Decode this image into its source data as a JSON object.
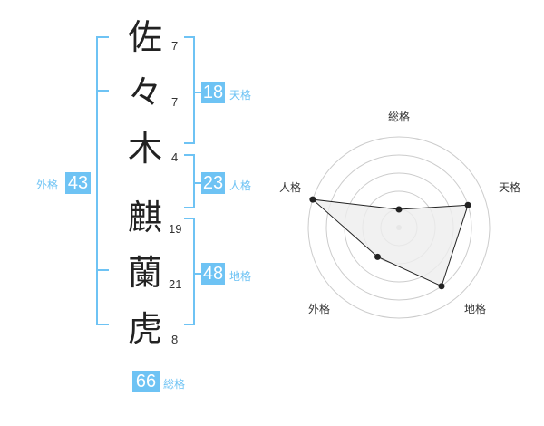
{
  "name_chars": [
    {
      "char": "佐",
      "strokes": "7"
    },
    {
      "char": "々",
      "strokes": "7"
    },
    {
      "char": "木",
      "strokes": "4"
    },
    {
      "char": "麒",
      "strokes": "19"
    },
    {
      "char": "蘭",
      "strokes": "21"
    },
    {
      "char": "虎",
      "strokes": "8"
    }
  ],
  "kaku": {
    "tenkaku": {
      "value": "18",
      "label": "天格"
    },
    "jinkaku": {
      "value": "23",
      "label": "人格"
    },
    "chikaku": {
      "value": "48",
      "label": "地格"
    },
    "gaikaku": {
      "value": "43",
      "label": "外格"
    },
    "soukaku": {
      "value": "66",
      "label": "総格"
    }
  },
  "colors": {
    "accent": "#6ec3f4",
    "polygon_fill": "#eeeeee",
    "grid": "#cccccc"
  },
  "chart_data": {
    "type": "radar",
    "axes": [
      "総格",
      "天格",
      "地格",
      "外格",
      "人格"
    ],
    "values": [
      1,
      4,
      4,
      2,
      5
    ],
    "max": 5
  }
}
